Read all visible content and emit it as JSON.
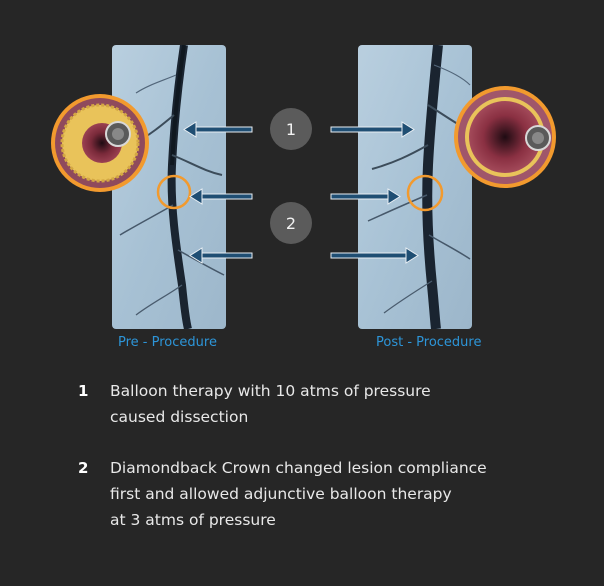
{
  "panels": {
    "pre_label": "Pre - Procedure",
    "post_label": "Post - Procedure"
  },
  "steps": [
    {
      "number": "1",
      "lines": [
        "Balloon therapy with 10 atms of pressure",
        "caused dissection"
      ]
    },
    {
      "number": "2",
      "lines": [
        "Diamondback Crown changed lesion compliance",
        "first and allowed adjunctive balloon therapy",
        "at 3 atms of pressure"
      ]
    }
  ],
  "colors": {
    "background": "#262626",
    "caption": "#2d95d8",
    "highlight_ring": "#f29a2e",
    "arrow": "#1f4e73",
    "badge": "#5b5b5b"
  },
  "icons": [
    "pre-procedure-angiogram",
    "post-procedure-angiogram",
    "pre-vessel-cross-section",
    "post-vessel-cross-section",
    "lesion-highlight-ring",
    "pointer-arrow"
  ]
}
